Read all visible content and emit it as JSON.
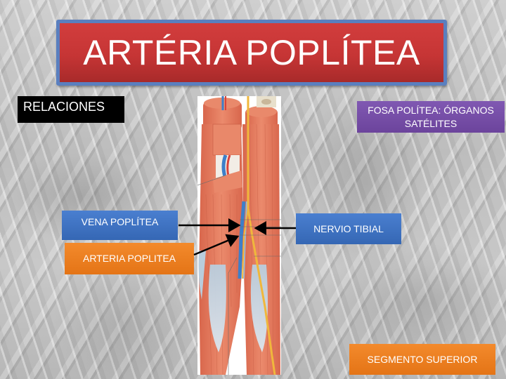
{
  "slide": {
    "title": "ARTÉRIA POPLÍTEA",
    "title_colors": {
      "fill": "#c63535",
      "border": "#5a7fbf",
      "text": "#ffffff"
    },
    "labels": {
      "relaciones": "RELACIONES",
      "fosa": "FOSA POLÍTEA: ÓRGANOS SATÉLITES",
      "vena": "VENA POPLÍTEA",
      "arteria": "ARTERIA POPLITEA",
      "nervio": "NERVIO TIBIAL",
      "segmento": "SEGMENTO SUPERIOR"
    },
    "label_colors": {
      "relaciones": "#000000",
      "fosa": "#7450a6",
      "vena": "#3f72c2",
      "arteria": "#ea7d20",
      "nervio": "#3f72c2",
      "segmento": "#ea7d20"
    },
    "illustration": {
      "subject": "posterior-leg-popliteal-fossa-anatomy",
      "muscle_color": "#e07a5f",
      "tendon_color": "#c9d9e6",
      "nerve_color": "#f0b73c",
      "vein_color": "#3d7fc9",
      "artery_color": "#d9423a"
    }
  }
}
